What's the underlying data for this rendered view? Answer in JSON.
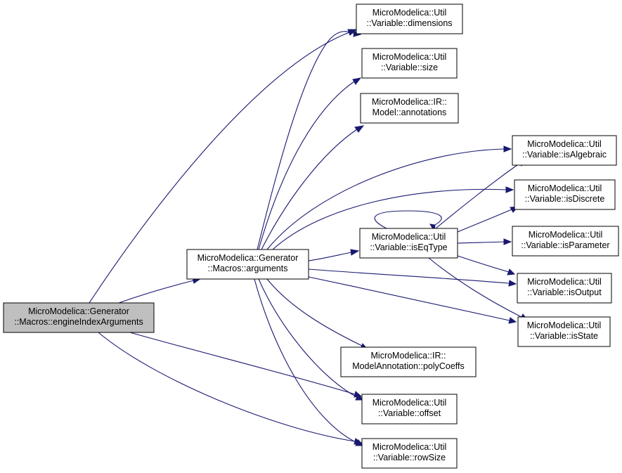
{
  "nodes": {
    "engineIndexArguments": {
      "line1": "MicroModelica::Generator",
      "line2": "::Macros::engineIndexArguments"
    },
    "arguments": {
      "line1": "MicroModelica::Generator",
      "line2": "::Macros::arguments"
    },
    "dimensions": {
      "line1": "MicroModelica::Util",
      "line2": "::Variable::dimensions"
    },
    "size": {
      "line1": "MicroModelica::Util",
      "line2": "::Variable::size"
    },
    "annotations": {
      "line1": "MicroModelica::IR::",
      "line2": "Model::annotations"
    },
    "isAlgebraic": {
      "line1": "MicroModelica::Util",
      "line2": "::Variable::isAlgebraic"
    },
    "isDiscrete": {
      "line1": "MicroModelica::Util",
      "line2": "::Variable::isDiscrete"
    },
    "isEqType": {
      "line1": "MicroModelica::Util",
      "line2": "::Variable::isEqType"
    },
    "isParameter": {
      "line1": "MicroModelica::Util",
      "line2": "::Variable::isParameter"
    },
    "isOutput": {
      "line1": "MicroModelica::Util",
      "line2": "::Variable::isOutput"
    },
    "isState": {
      "line1": "MicroModelica::Util",
      "line2": "::Variable::isState"
    },
    "polyCoeffs": {
      "line1": "MicroModelica::IR::",
      "line2": "ModelAnnotation::polyCoeffs"
    },
    "offset": {
      "line1": "MicroModelica::Util",
      "line2": "::Variable::offset"
    },
    "rowSize": {
      "line1": "MicroModelica::Util",
      "line2": "::Variable::rowSize"
    }
  },
  "colors": {
    "edge": "#191970",
    "root_fill": "#bfbfbf",
    "node_fill": "#ffffff"
  }
}
